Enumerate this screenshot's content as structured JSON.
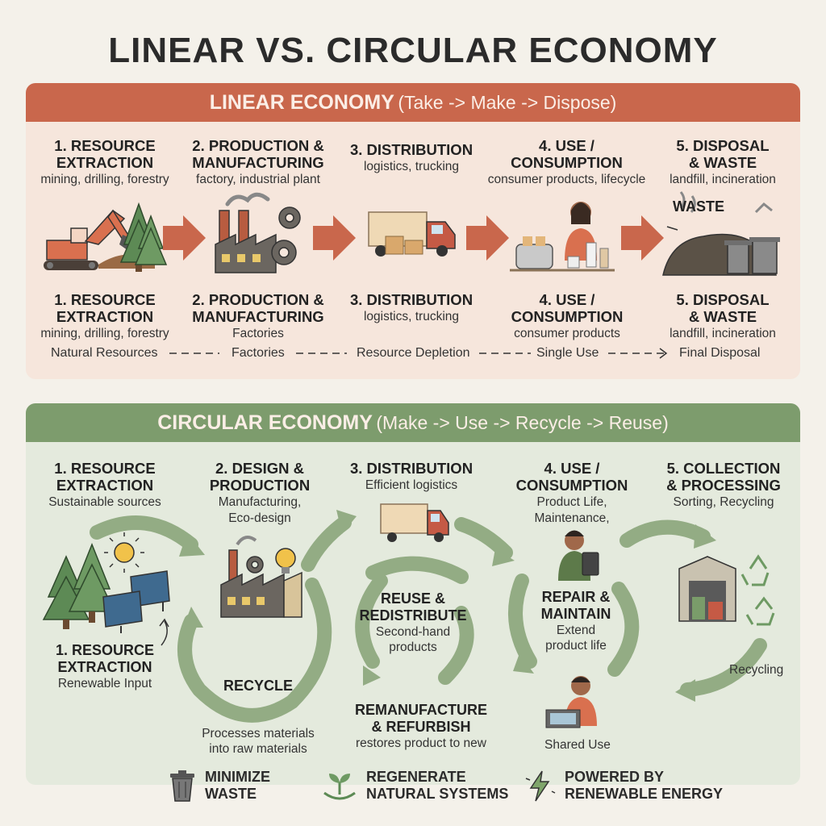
{
  "title": "LINEAR VS. CIRCULAR ECONOMY",
  "linear": {
    "header_bold": "LINEAR ECONOMY",
    "header_rest": "(Take -> Make -> Dispose)",
    "stages_top": [
      {
        "title_l1": "1. RESOURCE",
        "title_l2": "EXTRACTION",
        "sub": "mining, drilling, forestry"
      },
      {
        "title_l1": "2. PRODUCTION &",
        "title_l2": "MANUFACTURING",
        "sub": "factory, industrial plant"
      },
      {
        "title_l1": "3. DISTRIBUTION",
        "title_l2": "",
        "sub": "logistics, trucking"
      },
      {
        "title_l1": "4. USE /",
        "title_l2": "CONSUMPTION",
        "sub": "consumer products, lifecycle"
      },
      {
        "title_l1": "5. DISPOSAL",
        "title_l2": "& WASTE",
        "sub": "landfill, incineration"
      }
    ],
    "stages_bottom": [
      {
        "title_l1": "1. RESOURCE",
        "title_l2": "EXTRACTION",
        "sub": "mining, drilling, forestry"
      },
      {
        "title_l1": "2. PRODUCTION &",
        "title_l2": "MANUFACTURING",
        "sub": "Factories"
      },
      {
        "title_l1": "3. DISTRIBUTION",
        "title_l2": "",
        "sub": "logistics, trucking"
      },
      {
        "title_l1": "4. USE /",
        "title_l2": "CONSUMPTION",
        "sub": "consumer products"
      },
      {
        "title_l1": "5. DISPOSAL",
        "title_l2": "& WASTE",
        "sub": "landfill, incineration"
      }
    ],
    "waste_label": "WASTE",
    "flow": [
      "Natural Resources",
      "Factories",
      "Resource Depletion",
      "Single Use",
      "Final Disposal"
    ]
  },
  "circular": {
    "header_bold": "CIRCULAR ECONOMY",
    "header_rest": "(Make -> Use -> Recycle -> Reuse)",
    "stages": [
      {
        "title_l1": "1. RESOURCE",
        "title_l2": "EXTRACTION",
        "sub_l1": "Sustainable sources",
        "sub_l2": ""
      },
      {
        "title_l1": "2. DESIGN &",
        "title_l2": "PRODUCTION",
        "sub_l1": "Manufacturing,",
        "sub_l2": "Eco-design"
      },
      {
        "title_l1": "3. DISTRIBUTION",
        "title_l2": "",
        "sub_l1": "Efficient logistics",
        "sub_l2": ""
      },
      {
        "title_l1": "4. USE /",
        "title_l2": "CONSUMPTION",
        "sub_l1": "Product Life,",
        "sub_l2": "Maintenance,"
      },
      {
        "title_l1": "5. COLLECTION",
        "title_l2": "& PROCESSING",
        "sub_l1": "Sorting, Recycling",
        "sub_l2": ""
      }
    ],
    "renewable": {
      "title_l1": "1. RESOURCE",
      "title_l2": "EXTRACTION",
      "sub": "Renewable Input"
    },
    "recycle": {
      "title": "RECYCLE",
      "sub_l1": "Processes materials",
      "sub_l2": "into raw materials"
    },
    "reuse": {
      "title_l1": "REUSE &",
      "title_l2": "REDISTRIBUTE",
      "sub_l1": "Second-hand",
      "sub_l2": "products"
    },
    "remanufacture": {
      "title_l1": "REMANUFACTURE",
      "title_l2": "& REFURBISH",
      "sub": "restores product to new"
    },
    "repair": {
      "title_l1": "REPAIR &",
      "title_l2": "MAINTAIN",
      "sub_l1": "Extend",
      "sub_l2": "product life"
    },
    "recycling_label": "Recycling",
    "shared_use": "Shared Use"
  },
  "bottom": [
    {
      "l1": "MINIMIZE",
      "l2": "WASTE",
      "icon": "trash-can-icon"
    },
    {
      "l1": "REGENERATE",
      "l2": "NATURAL SYSTEMS",
      "icon": "sprout-icon"
    },
    {
      "l1": "POWERED BY",
      "l2": "RENEWABLE ENERGY",
      "icon": "lightning-icon"
    }
  ],
  "colors": {
    "linear_accent": "#c9674c",
    "circular_accent": "#7d9c6d",
    "arrow_green": "#93ac84"
  }
}
